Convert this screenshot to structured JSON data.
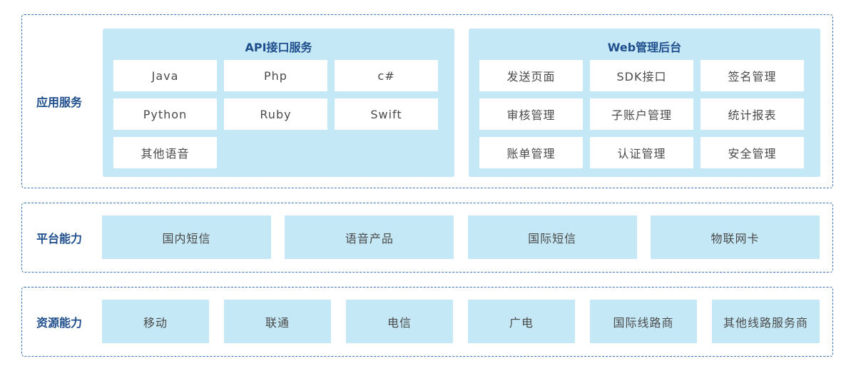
{
  "app_services": {
    "label": "应用服务",
    "api_group": {
      "title": "API接口服务",
      "items": [
        "Java",
        "Php",
        "c#",
        "Python",
        "Ruby",
        "Swift",
        "其他语音"
      ]
    },
    "web_group": {
      "title": "Web管理后台",
      "items": [
        "发送页面",
        "SDK接口",
        "签名管理",
        "审核管理",
        "子账户管理",
        "统计报表",
        "账单管理",
        "认证管理",
        "安全管理"
      ]
    }
  },
  "platform": {
    "label": "平台能力",
    "items": [
      "国内短信",
      "语音产品",
      "国际短信",
      "物联网卡"
    ]
  },
  "resources": {
    "label": "资源能力",
    "items": [
      "移动",
      "联通",
      "电信",
      "广电",
      "国际线路商",
      "其他线路服务商"
    ]
  }
}
